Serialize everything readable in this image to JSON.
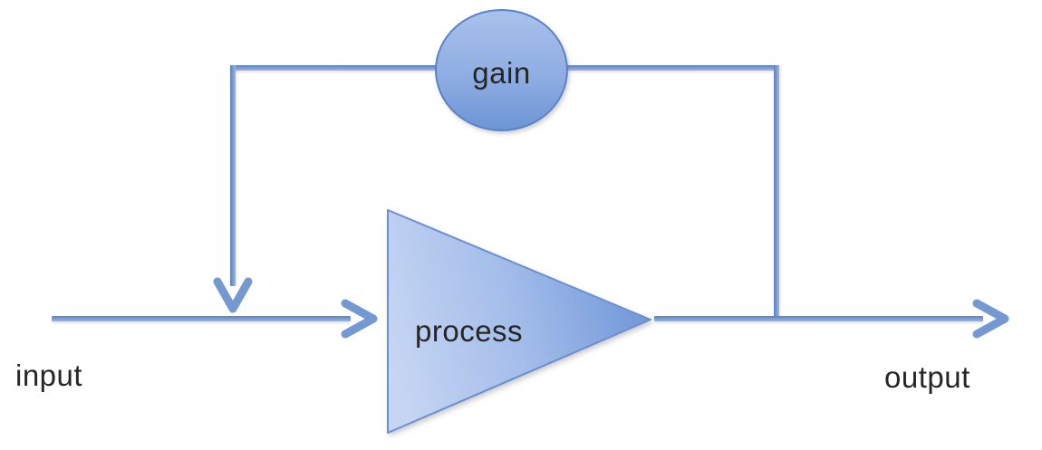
{
  "diagram": {
    "type": "feedback-control-loop",
    "nodes": [
      {
        "id": "gain",
        "shape": "circle",
        "label": "gain"
      },
      {
        "id": "process",
        "shape": "triangle-right",
        "label": "process"
      }
    ],
    "io_labels": [
      {
        "id": "input",
        "label": "input"
      },
      {
        "id": "output",
        "label": "output"
      }
    ],
    "edges": [
      {
        "from": "input",
        "to": "process",
        "style": "arrow-right"
      },
      {
        "from": "process",
        "to": "output",
        "style": "arrow-right"
      },
      {
        "from": "output-branch",
        "to": "gain",
        "style": "line-up-over"
      },
      {
        "from": "gain",
        "to": "input-line",
        "style": "arrow-down-feedback"
      }
    ],
    "colors": {
      "line": "#7898d0",
      "arrowhead": "#7499d2",
      "circle_fill_top": "#a9c1ec",
      "circle_fill_bottom": "#6d95d5",
      "circle_border": "#5a82c4",
      "triangle_fill_light": "#c6d5f3",
      "triangle_fill_dark": "#6f95d7",
      "triangle_border": "#6c8fcd",
      "text": "#262626",
      "background": "#ffffff"
    }
  }
}
